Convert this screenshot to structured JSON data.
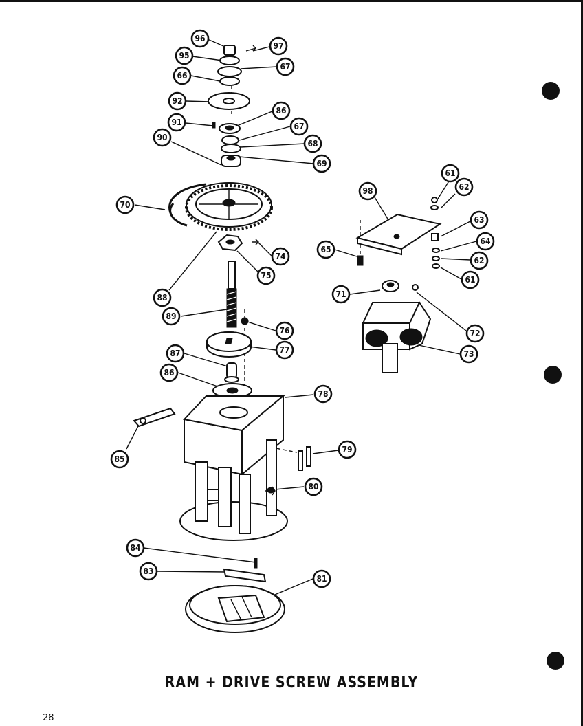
{
  "title": "RAM + DRIVE SCREW ASSEMBLY",
  "page_number": "28",
  "callouts": {
    "c96a": "96",
    "c97": "97",
    "c95": "95",
    "c67a": "67",
    "c66a": "66",
    "c92": "92",
    "c91": "91",
    "c86a": "86",
    "c67b": "67",
    "c90": "90",
    "c68": "68",
    "c69": "69",
    "c70": "70",
    "c74": "74",
    "c75": "75",
    "c88": "88",
    "c89": "89",
    "c76": "76",
    "c77": "77",
    "c87": "87",
    "c86b": "86",
    "c78": "78",
    "c85": "85",
    "c79": "79",
    "c80": "80",
    "c84": "84",
    "c83": "83",
    "c81": "81",
    "c98": "98",
    "c61a": "61",
    "c62a": "62",
    "c63": "63",
    "c64": "64",
    "c65": "65",
    "c62b": "62",
    "c61b": "61",
    "c71": "71",
    "c72": "72",
    "c73": "73"
  }
}
